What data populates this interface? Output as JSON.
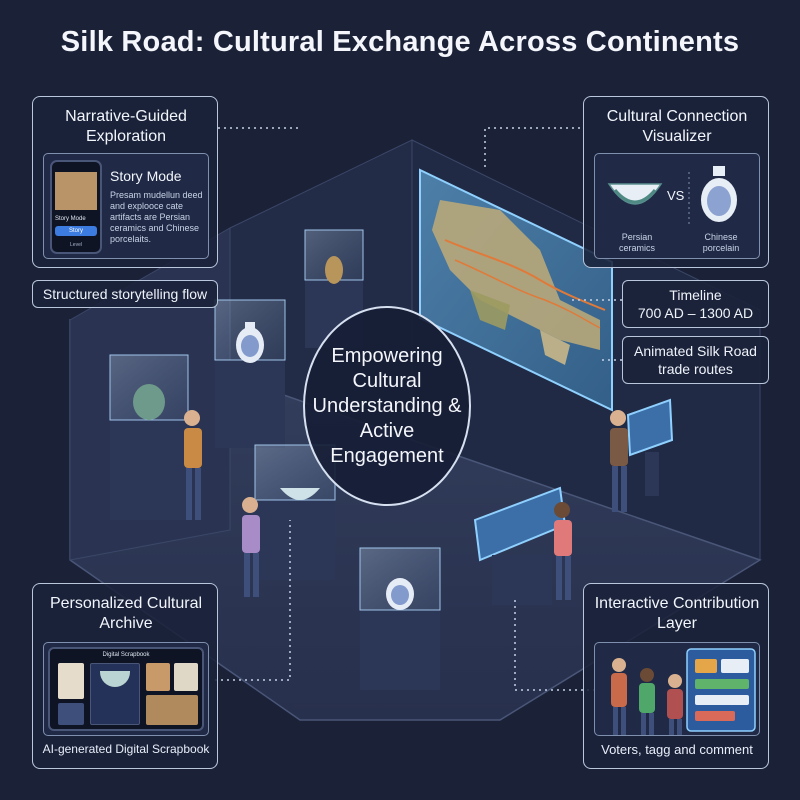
{
  "title": "Silk Road: Cultural Exchange Across Continents",
  "center": {
    "text": "Empowering Cultural Understanding & Active Engagement"
  },
  "narrative": {
    "title": "Narrative-Guided Exploration",
    "card_title": "Story Mode",
    "card_text": "Presam mudellun deed and explooce cate artifacts are Persian ceramics and Chinese porcelaits.",
    "phone_label": "Story Mode",
    "phone_button": "Story",
    "phone_footer": "Level"
  },
  "storytelling": {
    "label": "Structured storytelling flow"
  },
  "visualizer": {
    "title": "Cultural Connection Visualizer",
    "vs": "VS",
    "left_label": "Persian ceramics",
    "right_label": "Chinese porcelain"
  },
  "timeline": {
    "label": "Timeline",
    "range": "700 AD – 1300 AD"
  },
  "routes": {
    "label": "Animated Silk Road trade routes"
  },
  "archive": {
    "title": "Personalized Cultural Archive",
    "tablet_title": "Digital Scrapbook",
    "caption": "AI-generated Digital Scrapbook"
  },
  "contribution": {
    "title": "Interactive Contribution Layer",
    "caption": "Voters, tagg and comment"
  },
  "colors": {
    "background": "#1b2238",
    "panel_border": "#b9c6dc",
    "floor": "#2f3a5a",
    "glow": "#8fd0ff",
    "route": "#e07a3a"
  },
  "icons": [
    "smartphone-icon",
    "bowl-icon",
    "vase-icon",
    "tablet-icon",
    "touchscreen-icon",
    "person-icon",
    "world-map-icon"
  ]
}
